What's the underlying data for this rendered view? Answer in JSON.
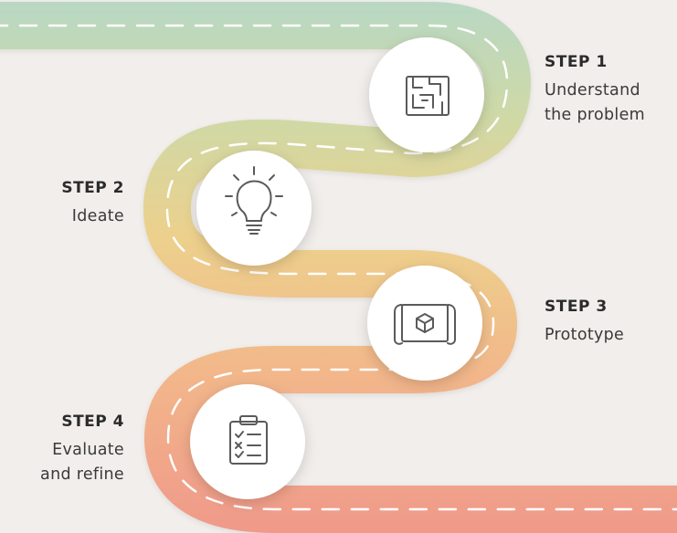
{
  "steps": [
    {
      "title": "STEP 1",
      "description": "Understand\nthe problem",
      "icon": "maze-icon"
    },
    {
      "title": "STEP 2",
      "description": "Ideate",
      "icon": "lightbulb-icon"
    },
    {
      "title": "STEP 3",
      "description": "Prototype",
      "icon": "blueprint-icon"
    },
    {
      "title": "STEP 4",
      "description": "Evaluate\nand refine",
      "icon": "checklist-icon"
    }
  ],
  "colors": {
    "background": "#f1eeeb",
    "road_top": "#b8d8c4",
    "road_mid": "#edd08c",
    "road_bottom": "#f0998a",
    "dash": "#ffffff",
    "circle": "#ffffff",
    "icon_stroke": "#5a5a5a",
    "text": "#2b2b2b"
  }
}
